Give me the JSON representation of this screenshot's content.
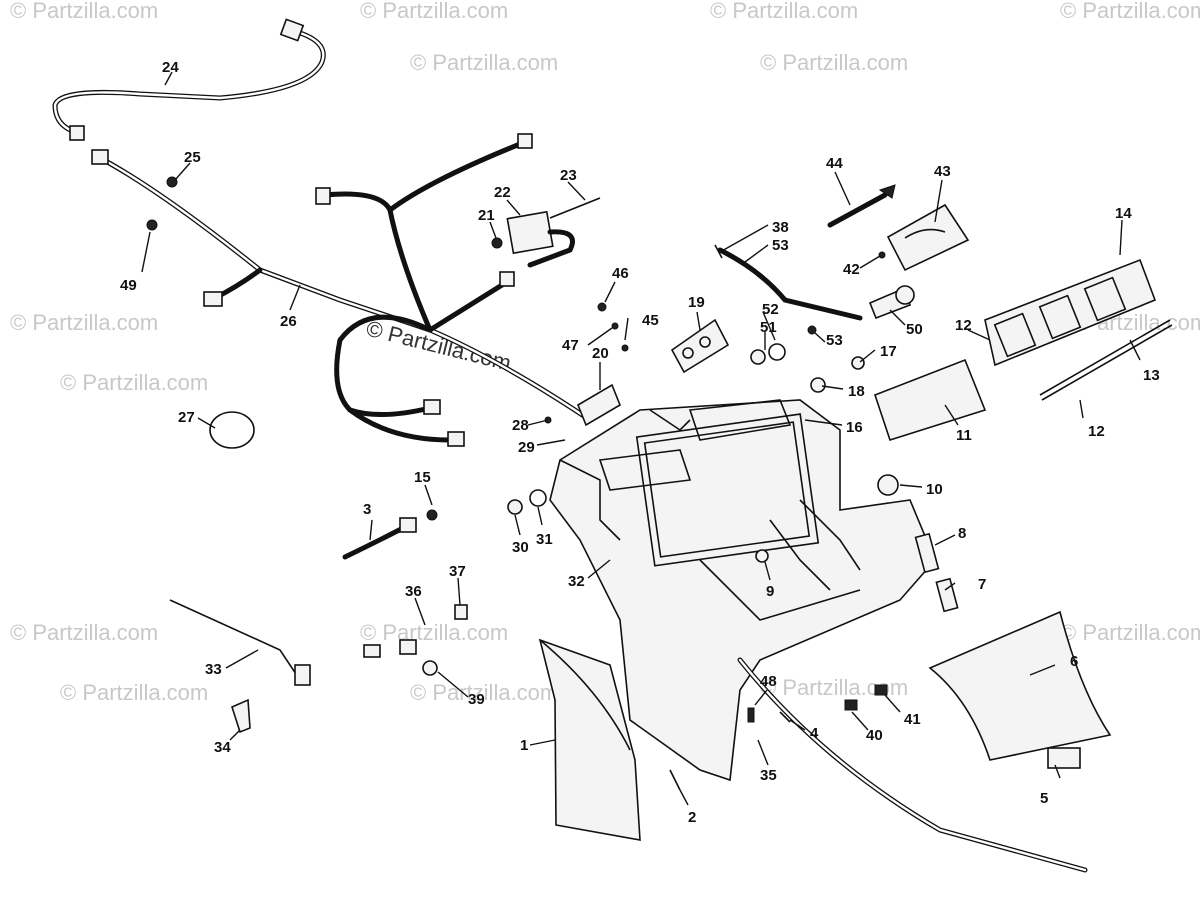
{
  "watermark": {
    "short": "© Partzilla.com",
    "center": "© Partzilla.com"
  },
  "callouts": [
    {
      "n": "1"
    },
    {
      "n": "2"
    },
    {
      "n": "3"
    },
    {
      "n": "4"
    },
    {
      "n": "5"
    },
    {
      "n": "6"
    },
    {
      "n": "7"
    },
    {
      "n": "8"
    },
    {
      "n": "9"
    },
    {
      "n": "10"
    },
    {
      "n": "11"
    },
    {
      "n": "12"
    },
    {
      "n": "12"
    },
    {
      "n": "13"
    },
    {
      "n": "14"
    },
    {
      "n": "15"
    },
    {
      "n": "16"
    },
    {
      "n": "17"
    },
    {
      "n": "18"
    },
    {
      "n": "19"
    },
    {
      "n": "20"
    },
    {
      "n": "21"
    },
    {
      "n": "22"
    },
    {
      "n": "23"
    },
    {
      "n": "24"
    },
    {
      "n": "25"
    },
    {
      "n": "26"
    },
    {
      "n": "27"
    },
    {
      "n": "28"
    },
    {
      "n": "29"
    },
    {
      "n": "30"
    },
    {
      "n": "31"
    },
    {
      "n": "32"
    },
    {
      "n": "33"
    },
    {
      "n": "34"
    },
    {
      "n": "35"
    },
    {
      "n": "36"
    },
    {
      "n": "37"
    },
    {
      "n": "38"
    },
    {
      "n": "39"
    },
    {
      "n": "40"
    },
    {
      "n": "41"
    },
    {
      "n": "42"
    },
    {
      "n": "43"
    },
    {
      "n": "44"
    },
    {
      "n": "45"
    },
    {
      "n": "46"
    },
    {
      "n": "47"
    },
    {
      "n": "48"
    },
    {
      "n": "49"
    },
    {
      "n": "50"
    },
    {
      "n": "51"
    },
    {
      "n": "52"
    },
    {
      "n": "53"
    },
    {
      "n": "53"
    }
  ]
}
